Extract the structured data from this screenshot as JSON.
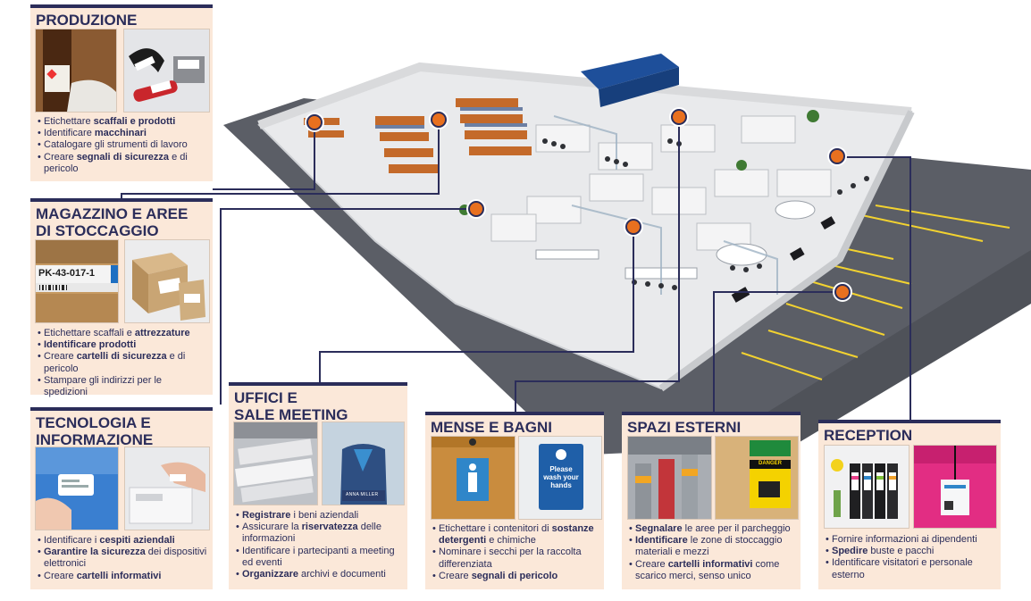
{
  "panels": {
    "produzione": {
      "title": "PRODUZIONE",
      "bullets": [
        [
          {
            "t": "Etichettare "
          },
          {
            "t": "scaffali e prodotti",
            "b": true
          }
        ],
        [
          {
            "t": "Identificare "
          },
          {
            "t": "macchinari",
            "b": true
          }
        ],
        [
          {
            "t": "Catalogare gli strumenti di lavoro"
          }
        ],
        [
          {
            "t": "Creare "
          },
          {
            "t": "segnali di sicurezza",
            "b": true
          },
          {
            "t": " e di pericolo"
          }
        ]
      ]
    },
    "magazzino": {
      "title_lines": [
        "MAGAZZINO E AREE",
        "DI STOCCAGGIO"
      ],
      "photo_label": "PK-43-017-1",
      "bullets": [
        [
          {
            "t": "Etichettare scaffali e "
          },
          {
            "t": "attrezzature",
            "b": true
          }
        ],
        [
          {
            "t": "Identificare prodotti",
            "b": true
          }
        ],
        [
          {
            "t": "Creare "
          },
          {
            "t": "cartelli di sicurezza",
            "b": true
          },
          {
            "t": " e di pericolo"
          }
        ],
        [
          {
            "t": "Stampare gli indirizzi per le spedizioni"
          }
        ]
      ]
    },
    "tecnologia": {
      "title_lines": [
        "TECNOLOGIA E",
        "INFORMAZIONE"
      ],
      "bullets": [
        [
          {
            "t": "Identificare i "
          },
          {
            "t": "cespiti aziendali",
            "b": true
          }
        ],
        [
          {
            "t": "Garantire la sicurezza",
            "b": true
          },
          {
            "t": " dei dispositivi elettronici"
          }
        ],
        [
          {
            "t": "Creare "
          },
          {
            "t": "cartelli informativi",
            "b": true
          }
        ]
      ]
    },
    "uffici": {
      "title_lines": [
        "UFFICI E",
        "SALE MEETING"
      ],
      "photo_label": "ANNA MILLER",
      "bullets": [
        [
          {
            "t": "Registrare",
            "b": true
          },
          {
            "t": " i beni aziendali"
          }
        ],
        [
          {
            "t": "Assicurare la "
          },
          {
            "t": "riservatezza",
            "b": true
          },
          {
            "t": " delle informazioni"
          }
        ],
        [
          {
            "t": "Identificare i partecipanti a meeting ed eventi"
          }
        ],
        [
          {
            "t": "Organizzare",
            "b": true
          },
          {
            "t": " archivi e documenti"
          }
        ]
      ]
    },
    "mense": {
      "title": "MENSE E BAGNI",
      "sign_text": "Please wash your hands",
      "bullets": [
        [
          {
            "t": "Etichettare i contenitori di "
          },
          {
            "t": "sostanze detergenti",
            "b": true
          },
          {
            "t": " e chimiche"
          }
        ],
        [
          {
            "t": "Nominare i secchi per la raccolta differenziata"
          }
        ],
        [
          {
            "t": "Creare "
          },
          {
            "t": "segnali di pericolo",
            "b": true
          }
        ]
      ]
    },
    "spazi": {
      "title": "SPAZI ESTERNI",
      "sign_text": "DANGER",
      "bullets": [
        [
          {
            "t": "Segnalare",
            "b": true
          },
          {
            "t": " le aree per il parcheggio"
          }
        ],
        [
          {
            "t": "Identificare",
            "b": true
          },
          {
            "t": " le zone di stoccaggio materiali e mezzi"
          }
        ],
        [
          {
            "t": "Creare "
          },
          {
            "t": "cartelli informativi",
            "b": true
          },
          {
            "t": " come scarico merci, senso unico"
          }
        ]
      ]
    },
    "reception": {
      "title": "RECEPTION",
      "bullets": [
        [
          {
            "t": "Fornire informazioni ai dipendenti"
          }
        ],
        [
          {
            "t": "Spedire",
            "b": true
          },
          {
            "t": " buste e pacchi"
          }
        ],
        [
          {
            "t": "Identificare visitatori e personale esterno"
          }
        ]
      ]
    }
  },
  "colors": {
    "navy": "#2b2d5a",
    "orange": "#e8701f",
    "panel_bg": "#fbe8d9"
  }
}
